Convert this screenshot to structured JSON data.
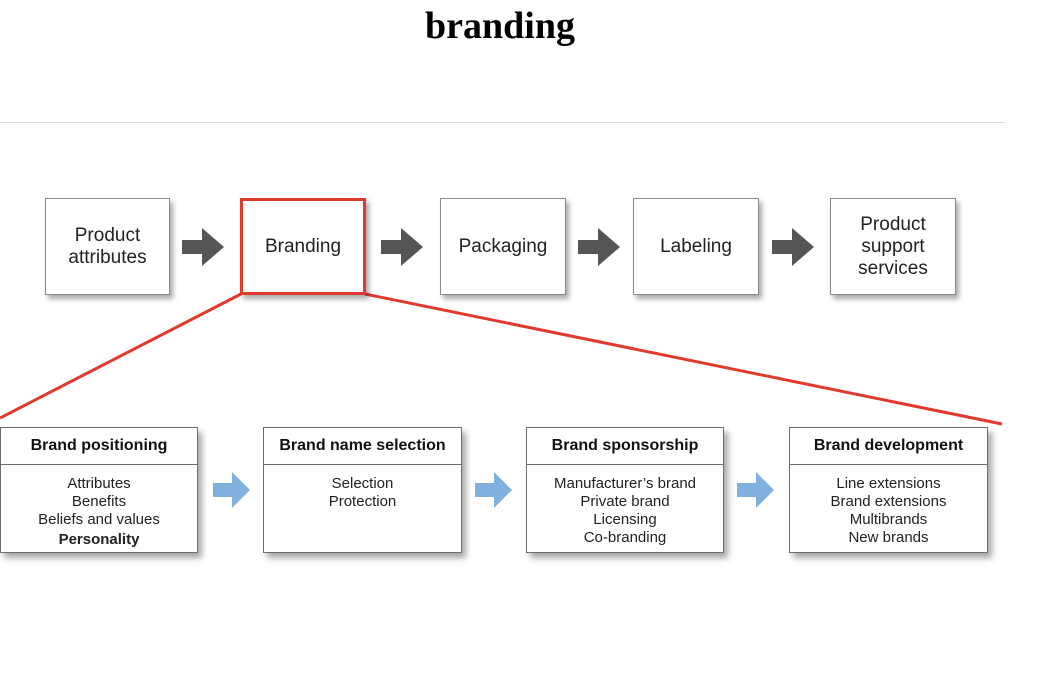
{
  "title": "branding",
  "process_steps": [
    {
      "label": "Product\nattributes",
      "highlighted": false
    },
    {
      "label": "Branding",
      "highlighted": true
    },
    {
      "label": "Packaging",
      "highlighted": false
    },
    {
      "label": "Labeling",
      "highlighted": false
    },
    {
      "label": "Product\nsupport\nservices",
      "highlighted": false
    }
  ],
  "branding_decisions": [
    {
      "heading": "Brand positioning",
      "items": [
        "Attributes",
        "Benefits",
        "Beliefs and values",
        "Personality"
      ]
    },
    {
      "heading": "Brand name selection",
      "items": [
        "Selection",
        "Protection"
      ]
    },
    {
      "heading": "Brand sponsorship",
      "items": [
        "Manufacturer’s brand",
        "Private brand",
        "Licensing",
        "Co-branding"
      ]
    },
    {
      "heading": "Brand development",
      "items": [
        "Line extensions",
        "Brand extensions",
        "Multibrands",
        "New brands"
      ]
    }
  ],
  "colors": {
    "highlight": "#e03a2f",
    "process_arrow": "#555555",
    "decision_arrow": "#7fb0de"
  }
}
